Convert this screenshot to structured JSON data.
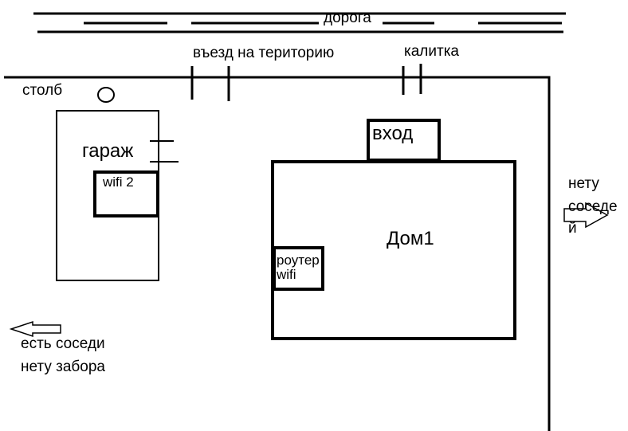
{
  "colors": {
    "ink": "#000000",
    "background": "#ffffff"
  },
  "labels": {
    "road": "дорога",
    "entry_gate": "въезд на територию",
    "wicket": "калитка",
    "pole": "столб",
    "garage": "гараж",
    "wifi2": "wifi 2",
    "entrance": "вход",
    "house": "Дом1",
    "router_line1": "роутер",
    "router_line2": "wifi",
    "no_neighbors_line1": "нету",
    "no_neighbors_line2": "соседе",
    "no_neighbors_line3": "й",
    "neighbors_line1": "есть соседи",
    "neighbors_line2": "нету забора"
  },
  "icons": {
    "left_arrow": "arrow-left-icon",
    "right_arrow": "arrow-right-icon",
    "pole": "pole-circle-icon"
  }
}
